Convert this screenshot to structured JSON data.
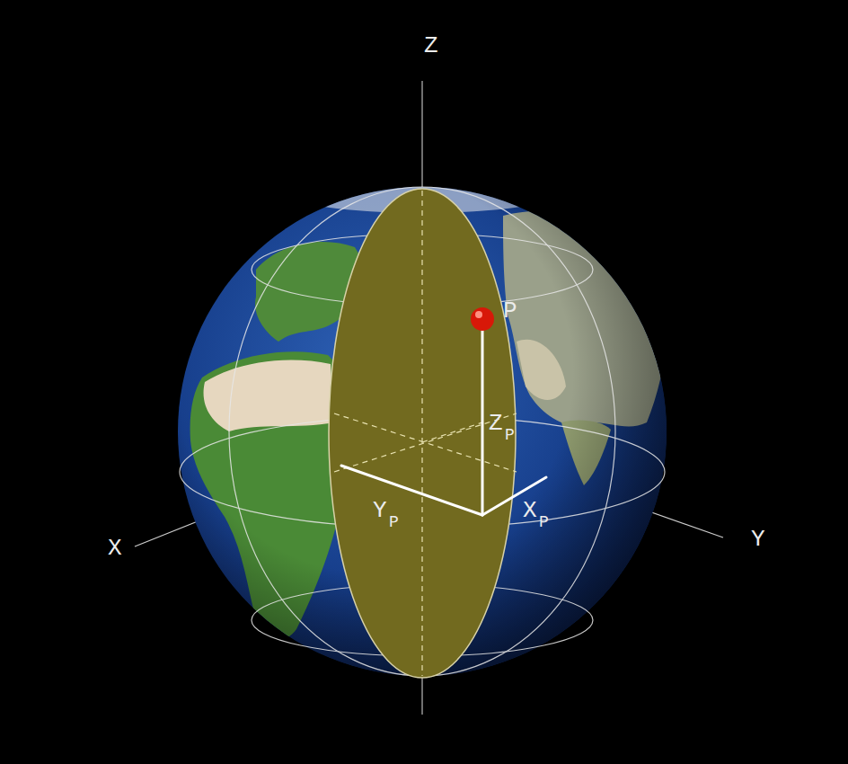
{
  "diagram": {
    "labels": [
      "Z",
      "P",
      "Z",
      "P",
      "Y",
      "P",
      "X",
      "P",
      "X",
      "Y"
    ]
  }
}
